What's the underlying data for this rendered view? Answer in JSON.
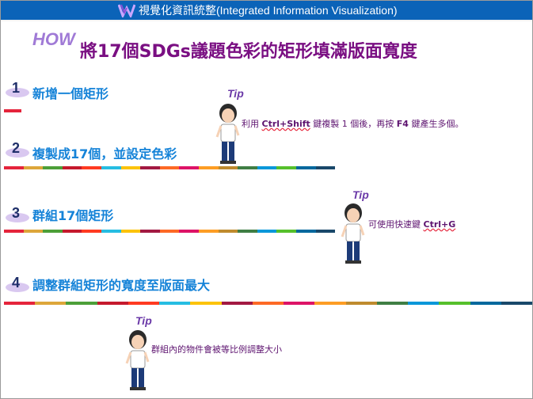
{
  "header": {
    "title": "視覺化資訊統整(Integrated Information Visualization)",
    "logo_icon": "purple-ribbon-logo",
    "bg": "#0b63b8"
  },
  "slide": {
    "how": "HOW",
    "title": "將17個SDGs議題色彩的矩形填滿版面寬度"
  },
  "steps": [
    {
      "num": "1",
      "label": "新增一個矩形"
    },
    {
      "num": "2",
      "label": "複製成17個，並設定色彩"
    },
    {
      "num": "3",
      "label": "群組17個矩形"
    },
    {
      "num": "4",
      "label": "調整群組矩形的寬度至版面最大"
    }
  ],
  "sdg_colors": [
    "#e5243b",
    "#dda63a",
    "#4c9f38",
    "#c5192d",
    "#ff3a21",
    "#26bde2",
    "#fcc30b",
    "#a21942",
    "#fd6925",
    "#dd1367",
    "#fd9d24",
    "#bf8b2e",
    "#3f7e44",
    "#0a97d9",
    "#56c02b",
    "#00689d",
    "#19486a"
  ],
  "tips": [
    {
      "word": "Tip",
      "text_prefix": "利用 ",
      "key1": "Ctrl+Shift",
      "text_mid": " 鍵複製 1 個後，再按 ",
      "key2": "F4",
      "text_suffix": " 鍵產生多個。"
    },
    {
      "word": "Tip",
      "text_prefix": "可使用快速鍵 ",
      "key1": "Ctrl+G"
    },
    {
      "word": "Tip",
      "text": "群組內的物件會被等比例調整大小"
    }
  ]
}
